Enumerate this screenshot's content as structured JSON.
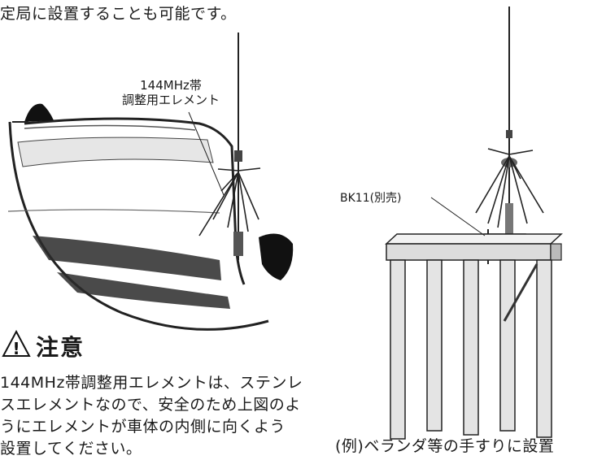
{
  "page": {
    "intro_tail": "定局に設置することも可能です。",
    "element_label_line1": "144MHz帯",
    "element_label_line2": "調整用エレメント",
    "bk_label": "BK11(別売)",
    "caution": {
      "title": "注意",
      "line1": "144MHz帯調整用エレメントは、ステンレ",
      "line2": "スエレメントなので、安全のため上図のよ",
      "line3": "うにエレメントが車体の内側に向くよう",
      "line4": "設置してください。"
    },
    "caption": "(例)ベランダ等の手すりに設置"
  }
}
